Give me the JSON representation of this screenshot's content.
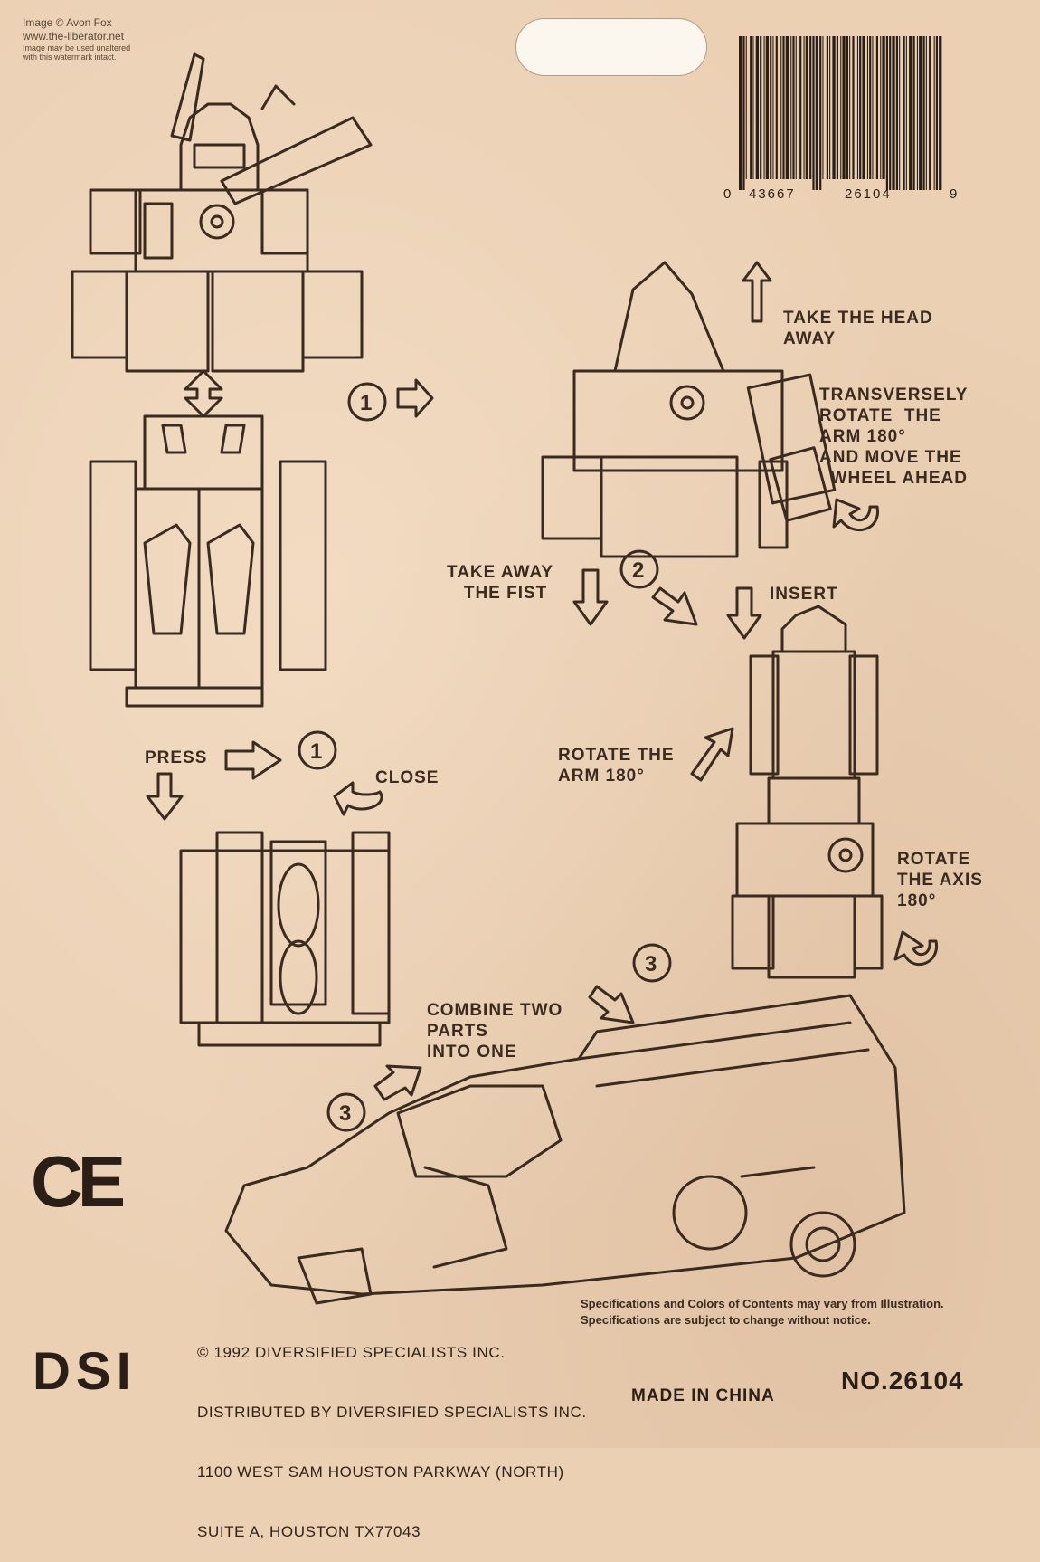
{
  "watermark": {
    "line1": "Image © Avon Fox",
    "line2": "www.the-liberator.net",
    "line3": "Image may be used unaltered",
    "line4": "with this watermark intact."
  },
  "barcode": {
    "left_digit": "0",
    "middle_left": "43667",
    "middle_right": "26104",
    "right_digit": "9"
  },
  "instructions": {
    "take_head": "TAKE THE HEAD\nAWAY",
    "rotate_arm_wheel": "TRANSVERSELY\nROTATE  THE\nARM 180°\nAND MOVE THE\n  WHEEL AHEAD",
    "take_fist": "TAKE AWAY\n   THE FIST",
    "insert": "INSERT",
    "rotate_arm": "ROTATE THE\nARM 180°",
    "rotate_axis": "ROTATE\nTHE AXIS\n180°",
    "press": "PRESS",
    "close": "CLOSE",
    "combine": "COMBINE TWO\nPARTS\nINTO ONE"
  },
  "steps": {
    "one": "1",
    "two": "2",
    "three": "3"
  },
  "disclaimer": {
    "line1": "Specifications and Colors of Contents may vary from Illustration.",
    "line2": "Specifications are subject to change without notice."
  },
  "company": {
    "line1": "© 1992 DIVERSIFIED SPECIALISTS INC.",
    "line2": "DISTRIBUTED BY DIVERSIFIED SPECIALISTS INC.",
    "line3": "1100 WEST SAM HOUSTON PARKWAY (NORTH)",
    "line4": "SUITE A, HOUSTON TX77043"
  },
  "logo": "DSI",
  "ce_mark": "CE",
  "made_in": "MADE IN CHINA",
  "product_number": "NO.26104",
  "colors": {
    "card": "#ebd0b4",
    "ink": "#3a2a20"
  }
}
